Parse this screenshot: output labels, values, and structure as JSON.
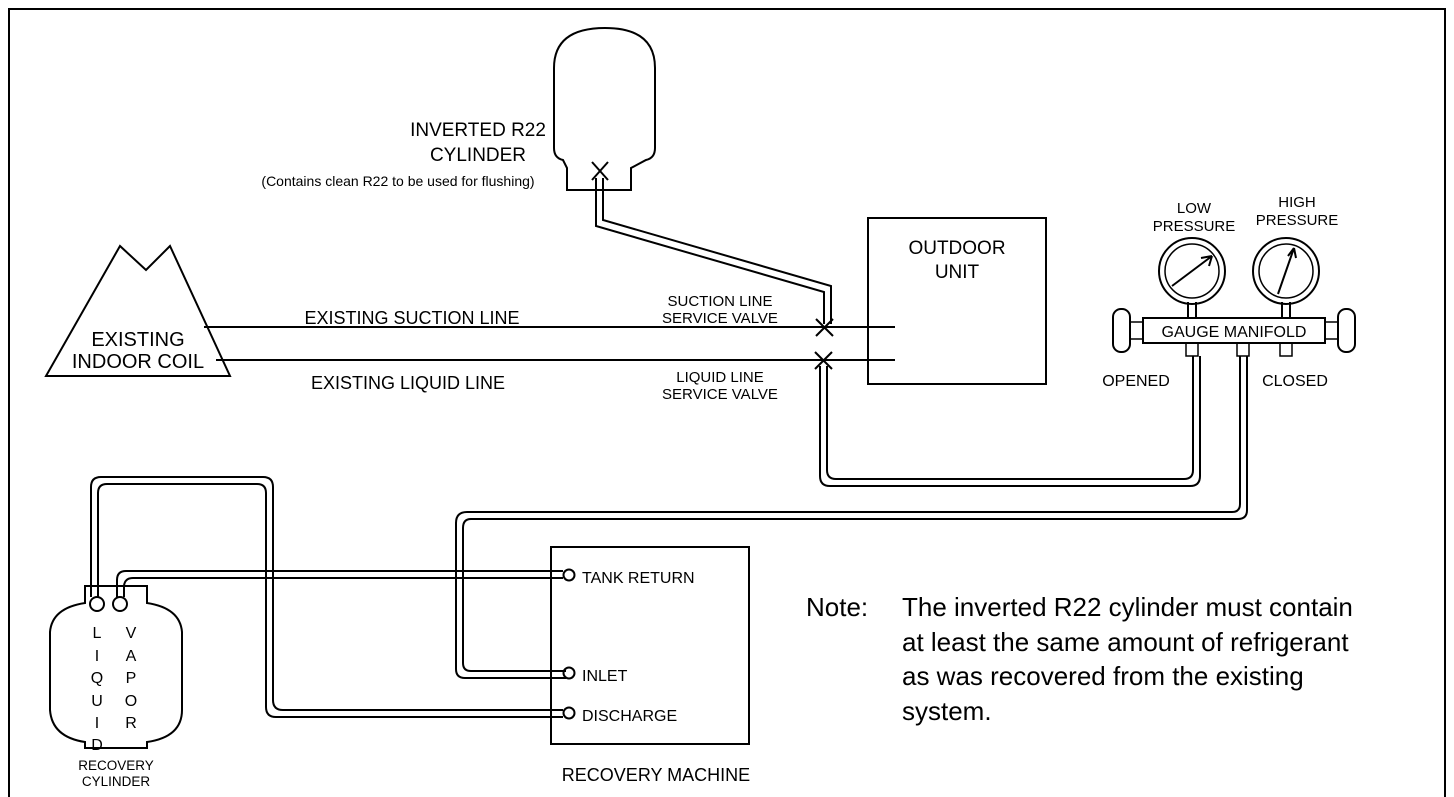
{
  "cylinder": {
    "line1": "INVERTED R22",
    "line2": "CYLINDER",
    "note": "(Contains clean R22 to be used for flushing)"
  },
  "indoor_coil": {
    "line1": "EXISTING",
    "line2": "INDOOR COIL"
  },
  "suction_line": "EXISTING SUCTION LINE",
  "liquid_line": "EXISTING LIQUID LINE",
  "suction_valve": {
    "line1": "SUCTION LINE",
    "line2": "SERVICE VALVE"
  },
  "liquid_valve": {
    "line1": "LIQUID LINE",
    "line2": "SERVICE VALVE"
  },
  "outdoor_unit": {
    "line1": "OUTDOOR",
    "line2": "UNIT"
  },
  "gauge": {
    "low_line1": "LOW",
    "low_line2": "PRESSURE",
    "high_line1": "HIGH",
    "high_line2": "PRESSURE",
    "manifold": "GAUGE MANIFOLD",
    "opened": "OPENED",
    "closed": "CLOSED"
  },
  "recovery_cylinder": {
    "liquid_letters": [
      "L",
      "I",
      "Q",
      "U",
      "I",
      "D"
    ],
    "vapor_letters": [
      "V",
      "A",
      "P",
      "O",
      "R"
    ],
    "line1": "RECOVERY",
    "line2": "CYLINDER"
  },
  "recovery_machine": {
    "tank_return": "TANK RETURN",
    "inlet": "INLET",
    "discharge": "DISCHARGE",
    "title": "RECOVERY MACHINE"
  },
  "note": {
    "label": "Note:",
    "lines": [
      "The inverted R22 cylinder must contain",
      "at least the same amount of refrigerant",
      "as was recovered from the existing",
      "system."
    ]
  }
}
